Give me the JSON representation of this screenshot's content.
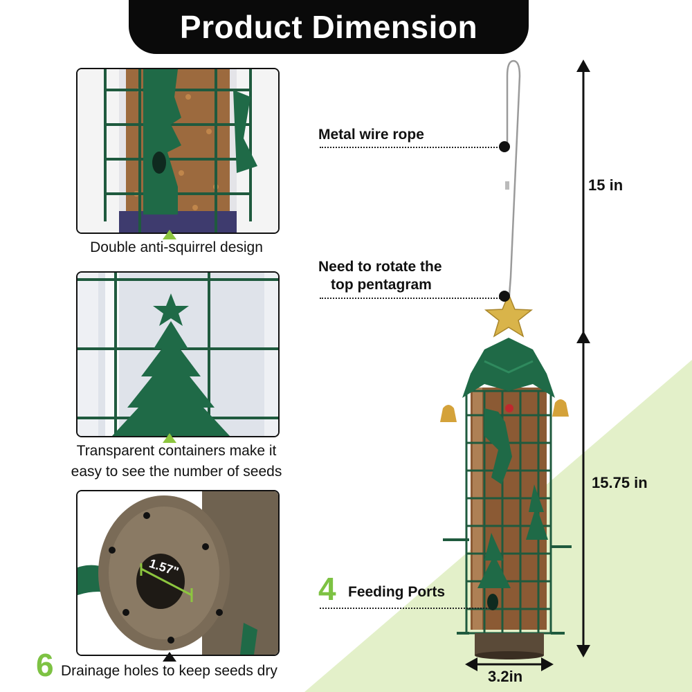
{
  "title": "Product Dimension",
  "panels": [
    {
      "caption": "Double anti-squirrel design"
    },
    {
      "caption_line1": "Transparent containers make it",
      "caption_line2": "easy to see the number of seeds"
    },
    {
      "caption_num": "6",
      "caption_text": "Drainage holes to keep seeds dry",
      "diameter": "1.57\""
    }
  ],
  "callouts": {
    "wire": "Metal wire rope",
    "rotate_line1": "Need to rotate the",
    "rotate_line2": "top pentagram",
    "ports_num": "4",
    "ports_text": "Feeding Ports"
  },
  "dimensions": {
    "top_height": "15 in",
    "body_height": "15.75 in",
    "width": "3.2in"
  },
  "colors": {
    "accent_green": "#7dc243",
    "feeder_green": "#1f5a3e",
    "background_triangle": "#e3f0c9"
  }
}
